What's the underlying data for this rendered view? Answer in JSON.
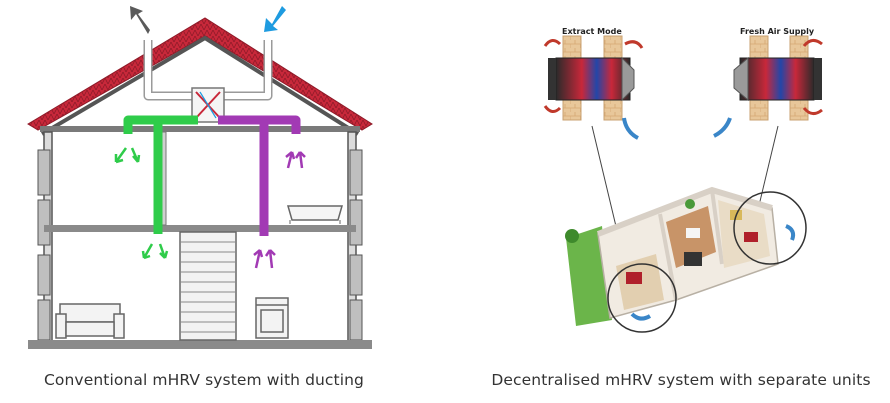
{
  "left_panel": {
    "caption": "Conventional mHRV system with ducting"
  },
  "right_panel": {
    "caption": "Decentralised mHRV system with separate units",
    "unit_left_label": "Extract Mode",
    "unit_right_label": "Fresh Air Supply"
  },
  "colors": {
    "supply_duct": "#2fcc4a",
    "extract_duct": "#a23ab4",
    "exhaust_arrow": "#5a5a5a",
    "intake_arrow": "#1e9be0",
    "roof_tiles": "#c8283a",
    "wall_outline": "#555555",
    "curved_arrow_red": "#c0392b",
    "curved_arrow_blue": "#3a86c8"
  }
}
